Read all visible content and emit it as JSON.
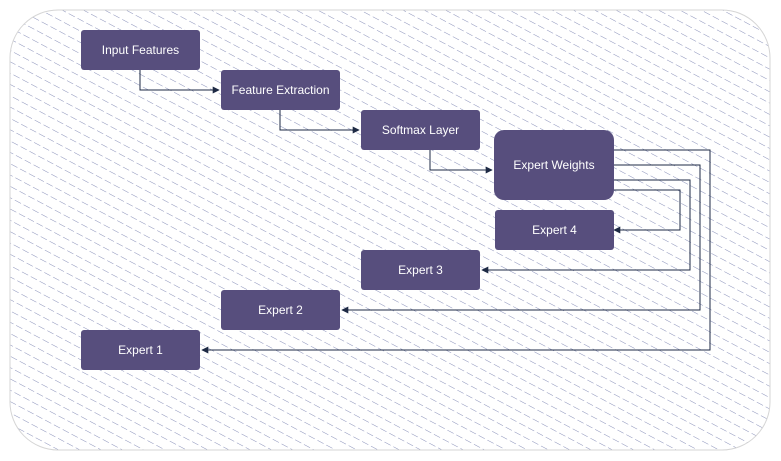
{
  "colors": {
    "node_fill": "#574E7D",
    "node_text": "#FFFFFF",
    "edge": "#1E2A44",
    "hatch": "#6B74A8",
    "frame_border": "#D5D5D5"
  },
  "nodes": {
    "input_features": {
      "label": "Input Features"
    },
    "feature_extraction": {
      "label": "Feature Extraction"
    },
    "softmax_layer": {
      "label": "Softmax Layer"
    },
    "expert_weights": {
      "label": "Expert Weights"
    },
    "expert_4": {
      "label": "Expert 4"
    },
    "expert_3": {
      "label": "Expert 3"
    },
    "expert_2": {
      "label": "Expert 2"
    },
    "expert_1": {
      "label": "Expert 1"
    }
  },
  "edges": [
    {
      "from": "Input Features",
      "to": "Feature Extraction"
    },
    {
      "from": "Feature Extraction",
      "to": "Softmax Layer"
    },
    {
      "from": "Softmax Layer",
      "to": "Expert Weights"
    },
    {
      "from": "Expert Weights",
      "to": "Expert 4"
    },
    {
      "from": "Expert Weights",
      "to": "Expert 3"
    },
    {
      "from": "Expert Weights",
      "to": "Expert 2"
    },
    {
      "from": "Expert Weights",
      "to": "Expert 1"
    }
  ]
}
